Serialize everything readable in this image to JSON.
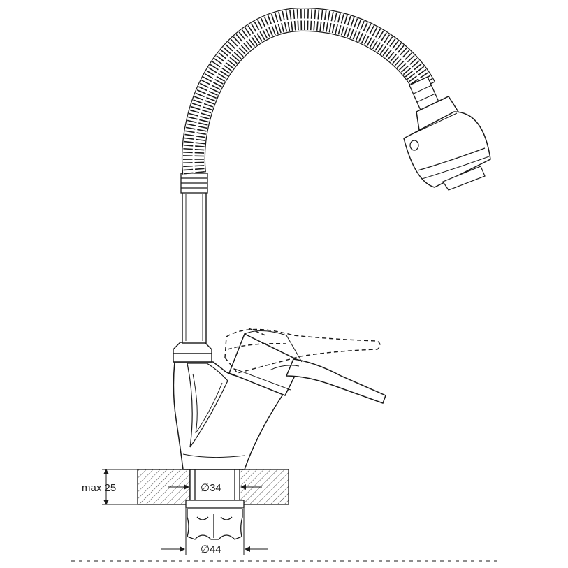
{
  "dimensions": {
    "countertop_thickness": "max 25",
    "mounting_hole": "∅34",
    "base_diameter": "∅44"
  },
  "colors": {
    "line": "#1a1a1a",
    "hatch": "#333333",
    "background": "#ffffff"
  }
}
